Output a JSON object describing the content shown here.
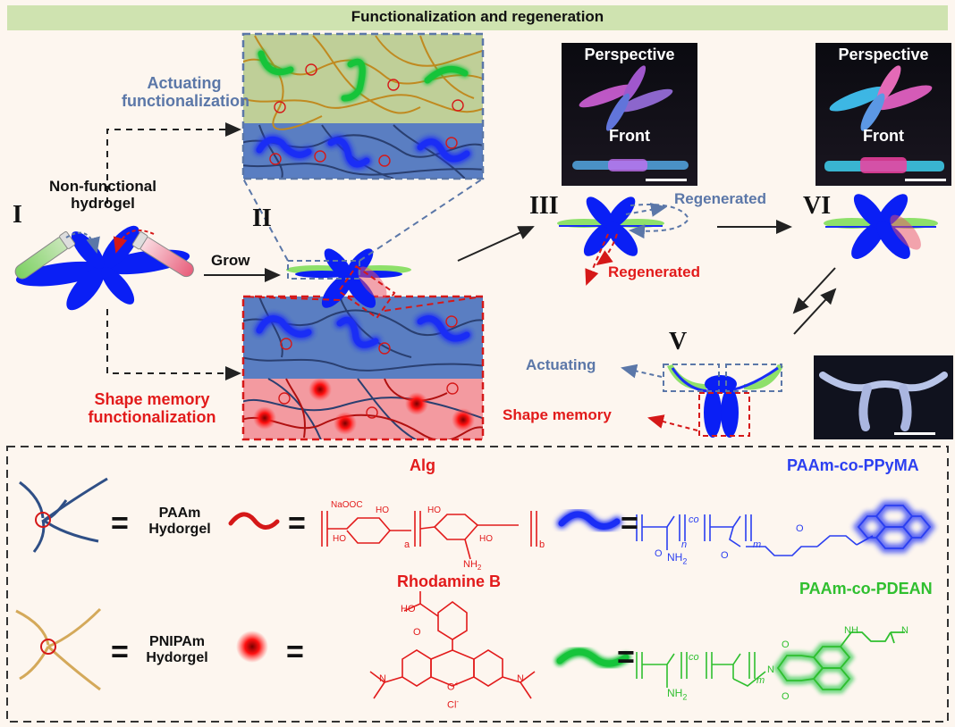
{
  "header": {
    "title": "Functionalization and regeneration",
    "bg": "#cfe3b0"
  },
  "labels": {
    "stage_1": "I",
    "stage_2": "II",
    "stage_3": "III",
    "stage_5": "V",
    "stage_6": "VI",
    "actuating_func_1": "Actuating",
    "actuating_func_2": "functionalization",
    "non_functional_1": "Non-functional",
    "non_functional_2": "hydrogel",
    "grow": "Grow",
    "shape_memory_func_1": "Shape memory",
    "shape_memory_func_2": "functionalization",
    "regenerated_blue": "Regenerated",
    "regenerated_red": "Regenerated",
    "actuating": "Actuating",
    "shape_memory": "Shape memory"
  },
  "photos": {
    "perspective_1": "Perspective",
    "front_1": "Front",
    "perspective_2": "Perspective",
    "front_2": "Front"
  },
  "legend": {
    "equals": "=",
    "paam_1": "PAAm",
    "paam_2": "Hydorgel",
    "pnipam_1": "PNIPAm",
    "pnipam_2": "Hydorgel",
    "alg": "Alg",
    "rhodamine": "Rhodamine B",
    "ppyma": "PAAm-co-PPyMA",
    "pdean": "PAAm-co-PDEAN",
    "naooc": "NaOOC",
    "ho_a": "HO",
    "ho_b": "HO",
    "ho_c": "HO",
    "ho_d": "HO",
    "sub_a": "a",
    "sub_b": "b",
    "nh2_alg": "NH",
    "nh2_alg_sub": "2",
    "co_1": "co",
    "n_1": "n",
    "m_1": "m",
    "nh2_1": "NH",
    "nh2_1_sub": "2",
    "o_ppyma_1": "O",
    "o_ppyma_2": "O",
    "o_ppyma_3": "O",
    "ho_rh": "HO",
    "o_rh": "O",
    "n_rh_l": "N",
    "n_rh_r": "N",
    "o_plus": "O",
    "plus": "+",
    "cl": "Cl",
    "minus": "-",
    "co_2": "co",
    "m_2": "m",
    "nh2_2": "NH",
    "nh2_2_sub": "2",
    "n_pdean": "N",
    "o_pdean_1": "O",
    "o_pdean_2": "O",
    "nh_pdean": "NH",
    "n_amine": "N"
  },
  "colors": {
    "blue_gel": "#0a1ff5",
    "green_gel": "#8ee06a",
    "pink_gel": "#e8506a",
    "dash_blue": "#5b77a8",
    "dash_red": "#d51818",
    "paam_chain": "#2f4f86",
    "pnipam_chain": "#d4a95a"
  }
}
